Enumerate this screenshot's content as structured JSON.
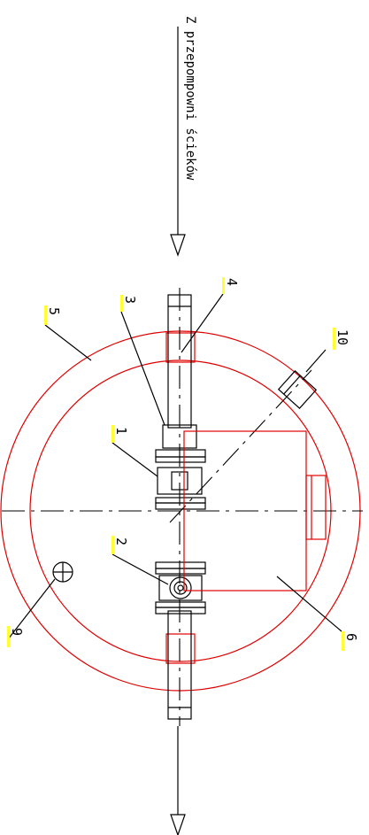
{
  "flow_label": "Z przepompowni ścieków",
  "colors": {
    "chamber": "#e00000",
    "pipe": "#000000",
    "label_marker": "#ffff33"
  },
  "labels": [
    {
      "id": "1",
      "text": "1"
    },
    {
      "id": "2",
      "text": "2"
    },
    {
      "id": "3",
      "text": "3"
    },
    {
      "id": "4",
      "text": "4"
    },
    {
      "id": "5",
      "text": "5"
    },
    {
      "id": "6",
      "text": "6"
    },
    {
      "id": "9",
      "text": "9"
    },
    {
      "id": "10",
      "text": "10"
    }
  ]
}
